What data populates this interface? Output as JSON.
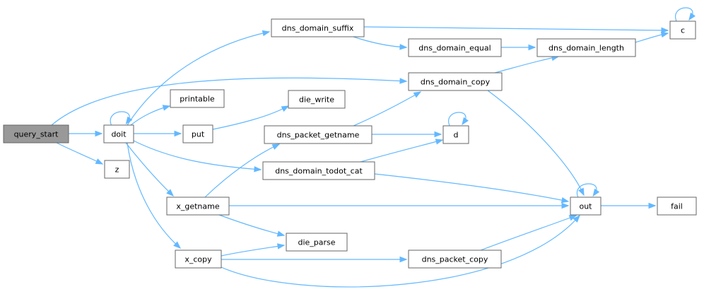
{
  "diagram": {
    "colors": {
      "edge": "#63b8ff",
      "node_border": "#666666",
      "root_fill": "#999999",
      "node_fill": "#ffffff"
    },
    "nodes": [
      {
        "id": "query_start",
        "label": "query_start",
        "root": true
      },
      {
        "id": "doit",
        "label": "doit"
      },
      {
        "id": "z",
        "label": "z"
      },
      {
        "id": "dns_domain_suffix",
        "label": "dns_domain_suffix"
      },
      {
        "id": "printable",
        "label": "printable"
      },
      {
        "id": "put",
        "label": "put"
      },
      {
        "id": "dns_domain_todot_cat",
        "label": "dns_domain_todot_cat"
      },
      {
        "id": "x_getname",
        "label": "x_getname"
      },
      {
        "id": "x_copy",
        "label": "x_copy"
      },
      {
        "id": "dns_domain_copy",
        "label": "dns_domain_copy"
      },
      {
        "id": "die_write",
        "label": "die_write"
      },
      {
        "id": "dns_packet_getname",
        "label": "dns_packet_getname"
      },
      {
        "id": "die_parse",
        "label": "die_parse"
      },
      {
        "id": "dns_packet_copy",
        "label": "dns_packet_copy"
      },
      {
        "id": "dns_domain_equal",
        "label": "dns_domain_equal"
      },
      {
        "id": "dns_domain_length",
        "label": "dns_domain_length"
      },
      {
        "id": "c",
        "label": "c"
      },
      {
        "id": "d",
        "label": "d"
      },
      {
        "id": "out",
        "label": "out"
      },
      {
        "id": "fail",
        "label": "fail"
      }
    ],
    "edges": [
      {
        "from": "query_start",
        "to": "doit"
      },
      {
        "from": "query_start",
        "to": "z"
      },
      {
        "from": "query_start",
        "to": "dns_domain_copy"
      },
      {
        "from": "doit",
        "to": "doit"
      },
      {
        "from": "doit",
        "to": "dns_domain_suffix"
      },
      {
        "from": "doit",
        "to": "printable"
      },
      {
        "from": "doit",
        "to": "put"
      },
      {
        "from": "doit",
        "to": "dns_domain_todot_cat"
      },
      {
        "from": "doit",
        "to": "x_getname"
      },
      {
        "from": "doit",
        "to": "x_copy"
      },
      {
        "from": "dns_domain_suffix",
        "to": "c"
      },
      {
        "from": "dns_domain_suffix",
        "to": "dns_domain_equal"
      },
      {
        "from": "dns_domain_equal",
        "to": "dns_domain_length"
      },
      {
        "from": "dns_domain_length",
        "to": "c"
      },
      {
        "from": "c",
        "to": "c"
      },
      {
        "from": "dns_domain_copy",
        "to": "dns_domain_length"
      },
      {
        "from": "dns_domain_copy",
        "to": "out"
      },
      {
        "from": "put",
        "to": "die_write"
      },
      {
        "from": "dns_packet_getname",
        "to": "dns_domain_copy"
      },
      {
        "from": "dns_packet_getname",
        "to": "d"
      },
      {
        "from": "dns_domain_todot_cat",
        "to": "d"
      },
      {
        "from": "dns_domain_todot_cat",
        "to": "out"
      },
      {
        "from": "d",
        "to": "d"
      },
      {
        "from": "x_getname",
        "to": "dns_packet_getname"
      },
      {
        "from": "x_getname",
        "to": "out"
      },
      {
        "from": "x_getname",
        "to": "die_parse"
      },
      {
        "from": "x_copy",
        "to": "die_parse"
      },
      {
        "from": "x_copy",
        "to": "dns_packet_copy"
      },
      {
        "from": "x_copy",
        "to": "out"
      },
      {
        "from": "dns_packet_copy",
        "to": "out"
      },
      {
        "from": "out",
        "to": "out"
      },
      {
        "from": "out",
        "to": "fail"
      }
    ]
  }
}
